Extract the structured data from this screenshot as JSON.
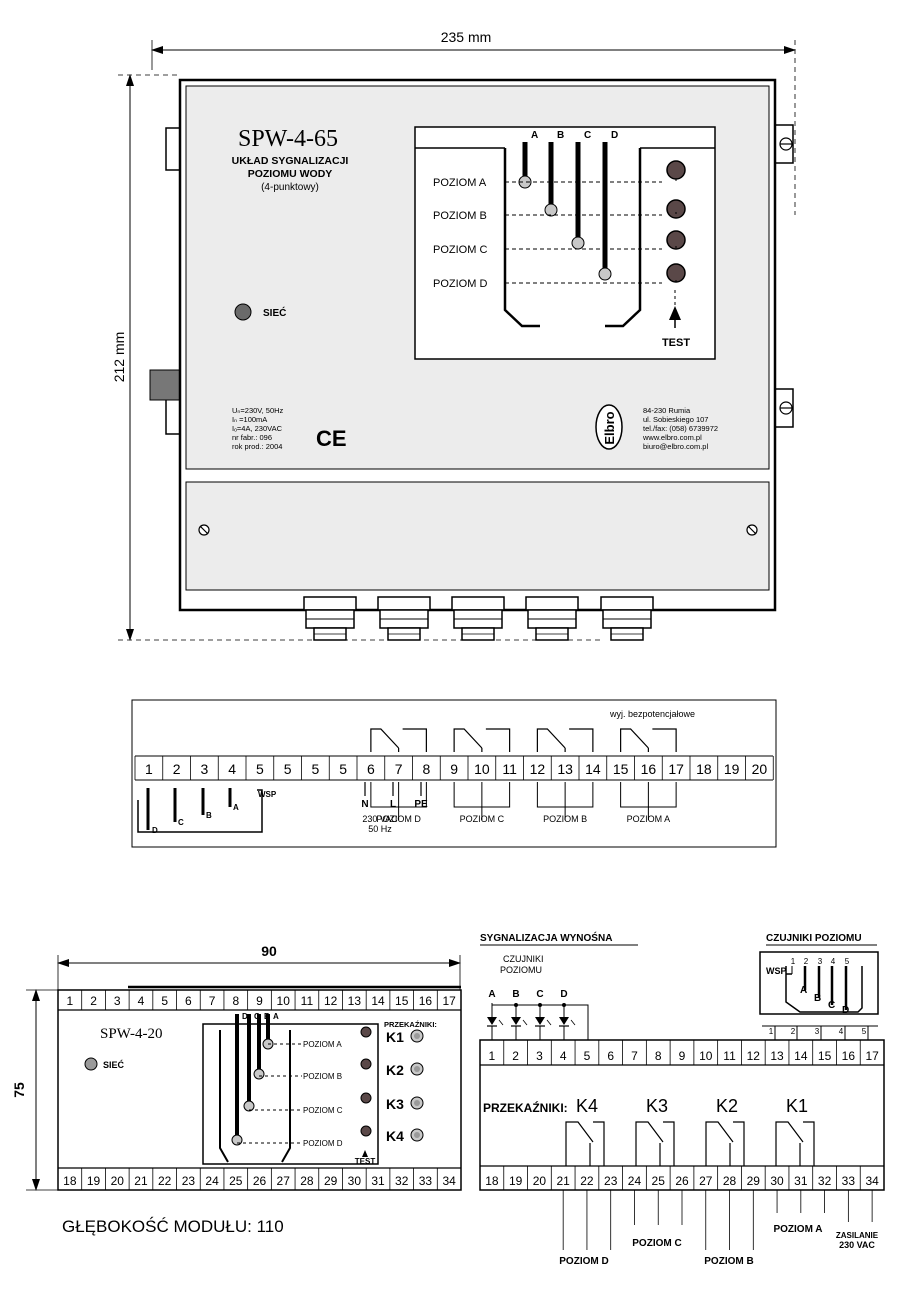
{
  "dimensions": {
    "width_label": "235 mm",
    "height_label": "212 mm",
    "width2_label": "90",
    "height2_label": "75",
    "depth_label": "GŁĘBOKOŚĆ MODUŁU: 110"
  },
  "front": {
    "model": "SPW-4-65",
    "subtitle_lines": [
      "UKŁAD SYGNALIZACJI",
      "POZIOMU WODY",
      "(4-punktowy)"
    ],
    "power_led_label": "SIEĆ",
    "specs_lines": [
      "Uₙ=230V, 50Hz",
      "Iₙ =100mA",
      "Iₒ=4A, 230VAC",
      "nr fabr.: 096",
      "rok prod.: 2004"
    ],
    "ce_mark": "CE",
    "address_lines": [
      "84-230 Rumia",
      "ul. Sobieskiego 107",
      "tel./fax: (058) 6739972",
      "www.elbro.com.pl",
      "biuro@elbro.com.pl"
    ],
    "logo_text": "Elbro",
    "probe_letters": [
      "A",
      "B",
      "C",
      "D"
    ],
    "level_labels": [
      "POZIOM A",
      "POZIOM B",
      "POZIOM C",
      "POZIOM D"
    ],
    "test_label": "TEST"
  },
  "terminal_strip": {
    "header_label": "wyj. bezpotencjałowe",
    "numbers": [
      "1",
      "2",
      "3",
      "4",
      "5",
      "5",
      "5",
      "5",
      "6",
      "7",
      "8",
      "9",
      "10",
      "11",
      "12",
      "13",
      "14",
      "15",
      "16",
      "17",
      "18",
      "19",
      "20"
    ],
    "probe_letters": [
      "D",
      "C",
      "B",
      "A"
    ],
    "wsp_label": "WSP",
    "power_letters": [
      "N",
      "L",
      "PE"
    ],
    "voltage_lines": [
      "230 VAC",
      "50 Hz"
    ],
    "level_labels": [
      "POZIOM D",
      "POZIOM C",
      "POZIOM B",
      "POZIOM A"
    ]
  },
  "module": {
    "model": "SPW-4-20",
    "power_led_label": "SIEĆ",
    "top_numbers": [
      "1",
      "2",
      "3",
      "4",
      "5",
      "6",
      "7",
      "8",
      "9",
      "10",
      "11",
      "12",
      "13",
      "14",
      "15",
      "16",
      "17"
    ],
    "bottom_numbers": [
      "18",
      "19",
      "20",
      "21",
      "22",
      "23",
      "24",
      "25",
      "26",
      "27",
      "28",
      "29",
      "30",
      "31",
      "32",
      "33",
      "34"
    ],
    "probe_letters": [
      "D",
      "C",
      "B",
      "A"
    ],
    "level_labels": [
      "POZIOM A",
      "POZIOM B",
      "POZIOM C",
      "POZIOM D"
    ],
    "relays_label": "PRZEKAŹNIKI:",
    "relays": [
      "K1",
      "K2",
      "K3",
      "K4"
    ],
    "test_label": "TEST"
  },
  "wiring": {
    "remote_signal_label": "SYGNALIZACJA  WYNOŚNA",
    "sensor_label_lines": [
      "CZUJNIKI",
      "POZIOMU"
    ],
    "led_letters": [
      "A",
      "B",
      "C",
      "D"
    ],
    "sensor_box_label": "CZUJNIKI POZIOMU",
    "sensor_box_wsp": "WSP",
    "sensor_box_numbers": [
      "1",
      "2",
      "3",
      "4",
      "5"
    ],
    "sensor_box_letters": [
      "A",
      "B",
      "C",
      "D"
    ],
    "sensor_feet": [
      "1",
      "2",
      "3",
      "4",
      "5"
    ],
    "top_numbers": [
      "1",
      "2",
      "3",
      "4",
      "5",
      "6",
      "7",
      "8",
      "9",
      "10",
      "11",
      "12",
      "13",
      "14",
      "15",
      "16",
      "17"
    ],
    "bottom_numbers": [
      "18",
      "19",
      "20",
      "21",
      "22",
      "23",
      "24",
      "25",
      "26",
      "27",
      "28",
      "29",
      "30",
      "31",
      "32",
      "33",
      "34"
    ],
    "relays_label": "PRZEKAŹNIKI:",
    "relays": [
      "K4",
      "K3",
      "K2",
      "K1"
    ],
    "output_labels": [
      "POZIOM D",
      "POZIOM C",
      "POZIOM B",
      "POZIOM A"
    ],
    "supply_lines": [
      "ZASILANIE",
      "230 VAC"
    ]
  },
  "colors": {
    "ink": "#000000",
    "panel": "#ececec",
    "led_red": "#5a4848",
    "led_grey": "#9a9a9a",
    "led_light": "#c8c8c8",
    "knob": "#bfbfbf"
  }
}
